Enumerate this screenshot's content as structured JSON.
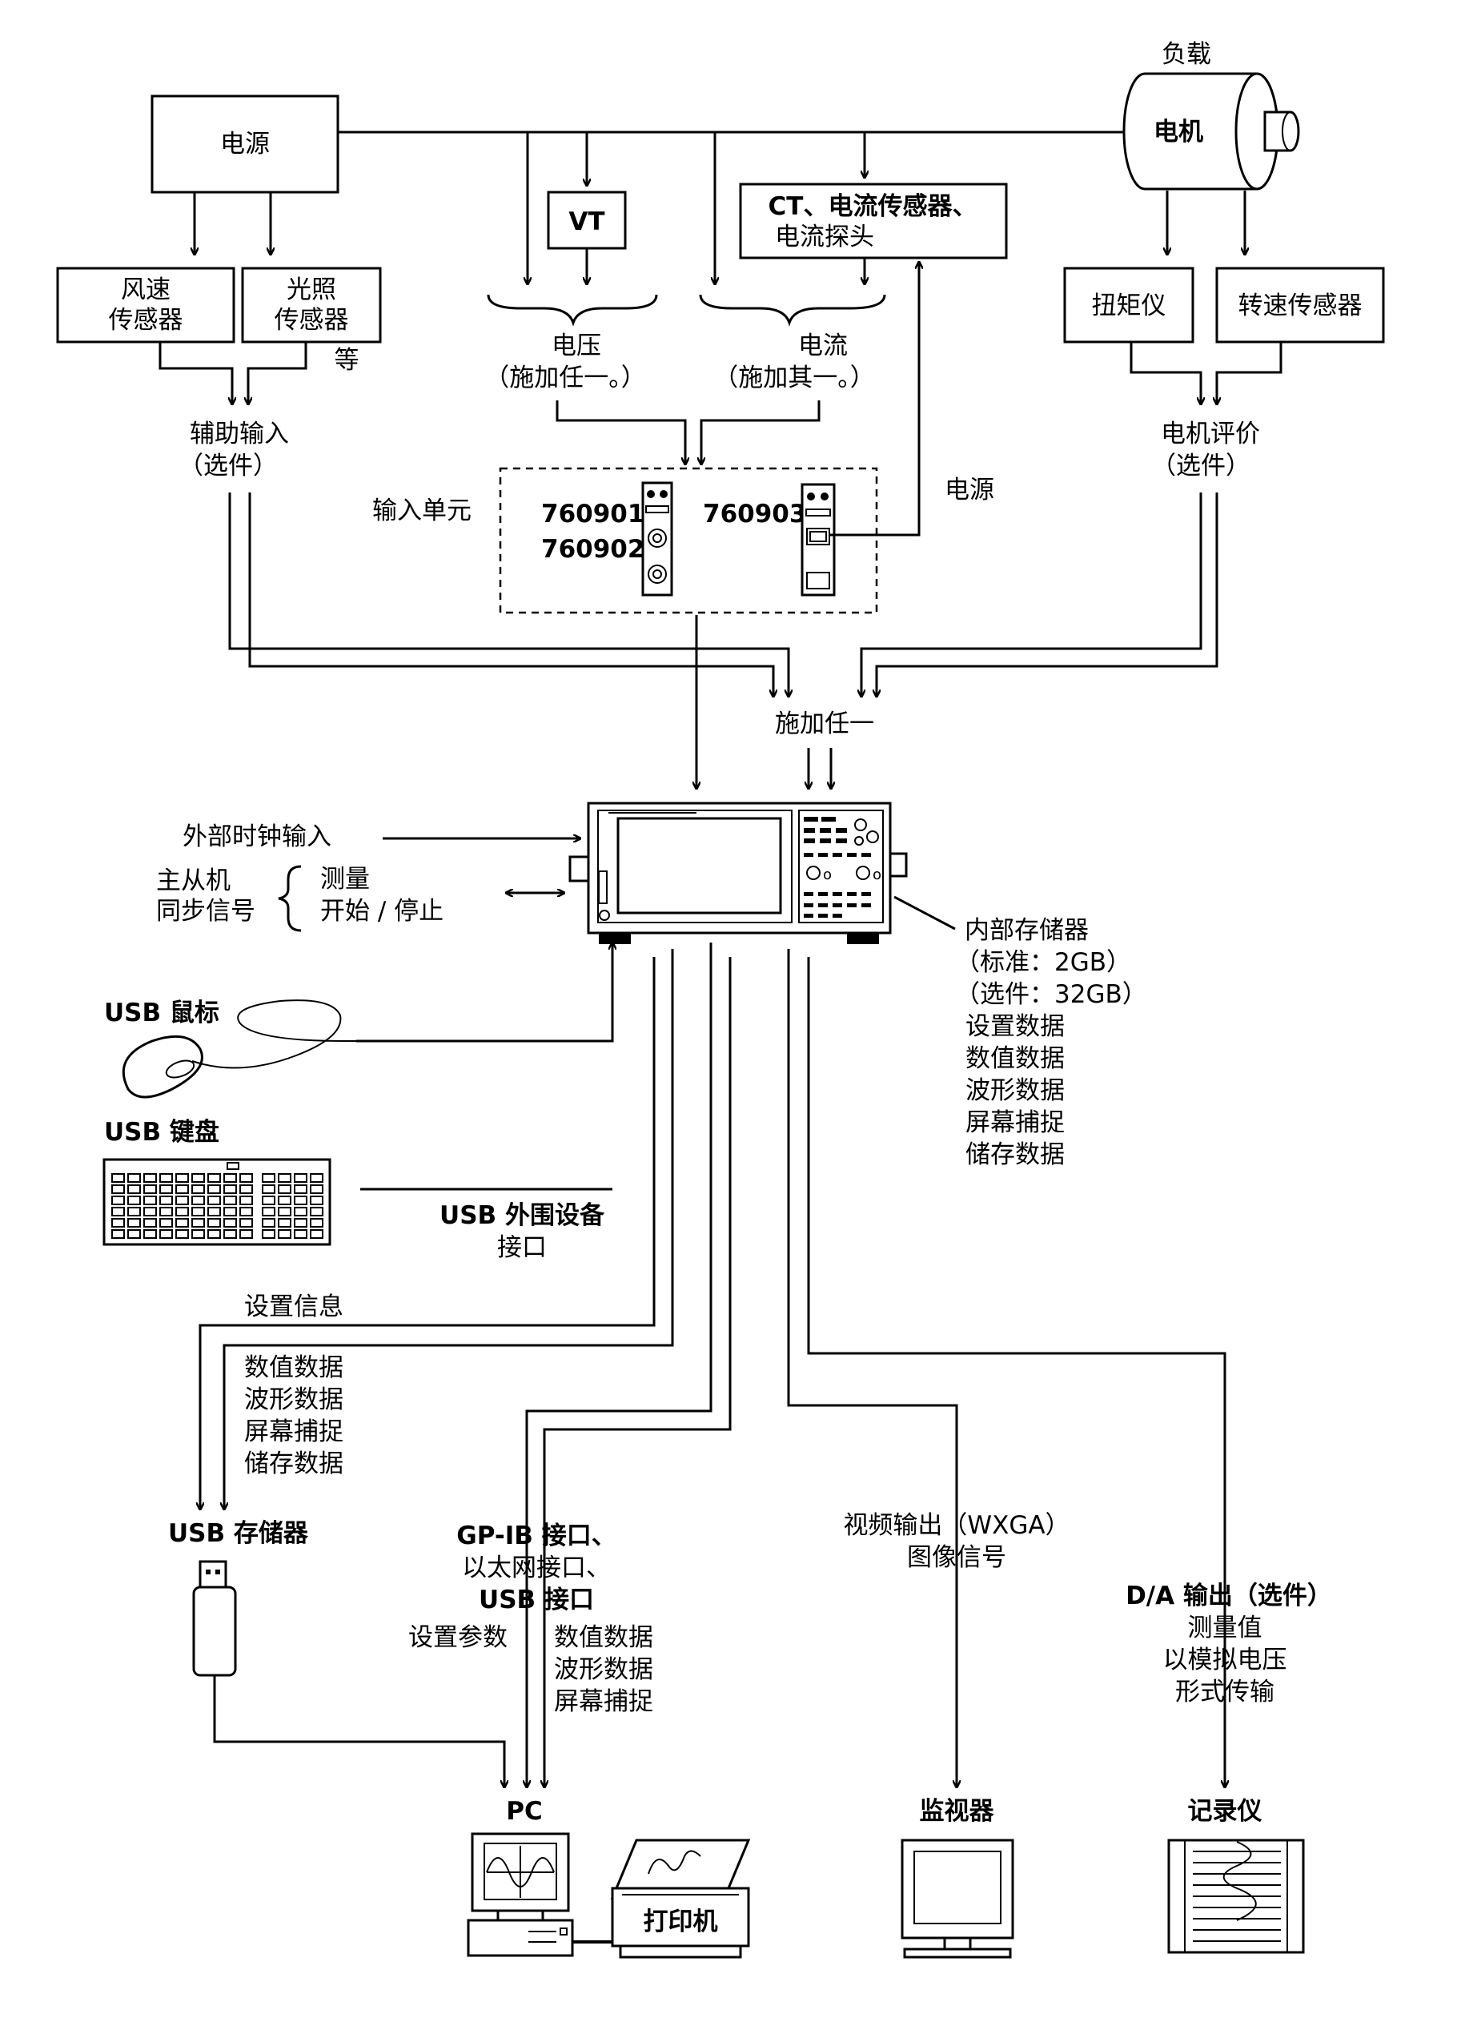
{
  "power_source": "电源",
  "load_label": "负载",
  "motor": "电机",
  "vt": "VT",
  "ct_line1": "CT、电流传感器、",
  "ct_line2": "电流探头",
  "wind_sensor_line1": "风速",
  "wind_sensor_line2": "传感器",
  "light_sensor_line1": "光照",
  "light_sensor_line2": "传感器",
  "etc": "等",
  "torque_meter": "扭矩仪",
  "speed_sensor": "转速传感器",
  "voltage_line1": "电压",
  "voltage_line2": "（施加任一。）",
  "current_line1": "电流",
  "current_line2": "（施加其一。）",
  "aux_input_line1": "辅助输入",
  "aux_input_line2": "（选件）",
  "motor_eval_line1": "电机评价",
  "motor_eval_line2": "（选件）",
  "input_unit": "输入单元",
  "unit_760901": "760901",
  "unit_760902": "760902",
  "unit_760903": "760903",
  "power_supply_label": "电源",
  "apply_any": "施加任一",
  "ext_clock": "外部时钟输入",
  "master_slave_line1": "主从机",
  "master_slave_line2": "同步信号",
  "measure": "测量",
  "start_stop": "开始 / 停止",
  "internal_storage": {
    "title": "内部存储器",
    "standard": "（标准：2GB）",
    "option": "（选件：32GB）",
    "items": [
      "设置数据",
      "数值数据",
      "波形数据",
      "屏幕捕捉",
      "储存数据"
    ]
  },
  "usb_mouse": "USB 鼠标",
  "usb_keyboard": "USB 键盘",
  "usb_peripheral_line1": "USB 外围设备",
  "usb_peripheral_line2": "接口",
  "setup_info": "设置信息",
  "usb_storage_data": [
    "数值数据",
    "波形数据",
    "屏幕捕捉",
    "储存数据"
  ],
  "usb_storage": "USB 存储器",
  "comm_line1": "GP-IB 接口、",
  "comm_line2": "以太网接口、",
  "comm_line3": "USB 接口",
  "setup_params": "设置参数",
  "pc_data": [
    "数值数据",
    "波形数据",
    "屏幕捕捉"
  ],
  "video_out_line1": "视频输出（WXGA）",
  "video_out_line2": "图像信号",
  "da_out_line1": "D/A 输出（选件）",
  "da_out_line2": "测量值",
  "da_out_line3": "以模拟电压",
  "da_out_line4": "形式传输",
  "pc": "PC",
  "printer": "打印机",
  "monitor": "监视器",
  "recorder": "记录仪"
}
